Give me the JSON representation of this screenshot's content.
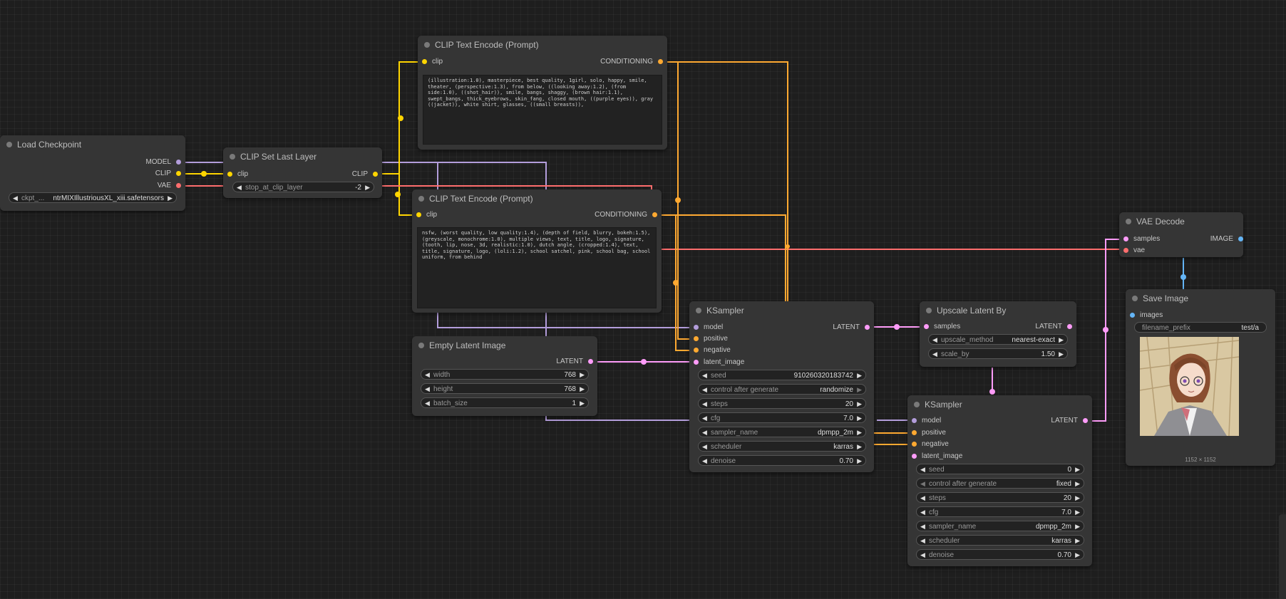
{
  "colors": {
    "model": "#b39ddb",
    "clip": "#ffd500",
    "vae": "#ff6e6e",
    "conditioning": "#ffa931",
    "latent": "#ff9cf9",
    "image": "#64b5f6"
  },
  "nodes": {
    "load_checkpoint": {
      "title": "Load Checkpoint",
      "outputs": [
        "MODEL",
        "CLIP",
        "VAE"
      ],
      "ckpt_label": "ckpt_...",
      "ckpt_value": "ntrMIXIllustriousXL_xiii.safetensors"
    },
    "clip_set_last_layer": {
      "title": "CLIP Set Last Layer",
      "input": "clip",
      "output": "CLIP",
      "widget_label": "stop_at_clip_layer",
      "widget_value": "-2"
    },
    "clip_pos": {
      "title": "CLIP Text Encode (Prompt)",
      "input": "clip",
      "output": "CONDITIONING",
      "text": "(illustration:1.0), masterpiece, best quality, 1girl, solo, happy, smile, theater, (perspective:1.3), from below, ((looking away:1.2), (from side:1.0), ((shot_hair)), smile, bangs, shaggy, (brown hair:1.1), swept_bangs, thick_eyebrows, skin_fang, closed mouth, ((purple eyes)), gray ((jacket)), white shirt, glasses, ((small breasts)),"
    },
    "clip_neg": {
      "title": "CLIP Text Encode (Prompt)",
      "input": "clip",
      "output": "CONDITIONING",
      "text": "nsfw, (worst quality, low quality:1.4), (depth of field, blurry, bokeh:1.5), (greyscale, monochrome:1.0), multiple views, text, title, logo, signature, (tooth, lip, nose, 3d, realistic:1.0), dutch angle, (cropped:1.4), text, title, signature, logo, (loli:1.2), school satchel, pink, school bag, school uniform, from behind"
    },
    "empty_latent": {
      "title": "Empty Latent Image",
      "output": "LATENT",
      "widgets": [
        {
          "label": "width",
          "value": "768"
        },
        {
          "label": "height",
          "value": "768"
        },
        {
          "label": "batch_size",
          "value": "1"
        }
      ]
    },
    "ksampler1": {
      "title": "KSampler",
      "inputs": [
        "model",
        "positive",
        "negative",
        "latent_image"
      ],
      "output": "LATENT",
      "widgets": [
        {
          "label": "seed",
          "value": "910260320183742"
        },
        {
          "label": "control after generate",
          "value": "randomize"
        },
        {
          "label": "steps",
          "value": "20"
        },
        {
          "label": "cfg",
          "value": "7.0"
        },
        {
          "label": "sampler_name",
          "value": "dpmpp_2m"
        },
        {
          "label": "scheduler",
          "value": "karras"
        },
        {
          "label": "denoise",
          "value": "0.70"
        }
      ]
    },
    "upscale": {
      "title": "Upscale Latent By",
      "input": "samples",
      "output": "LATENT",
      "widgets": [
        {
          "label": "upscale_method",
          "value": "nearest-exact"
        },
        {
          "label": "scale_by",
          "value": "1.50"
        }
      ]
    },
    "ksampler2": {
      "title": "KSampler",
      "inputs": [
        "model",
        "positive",
        "negative",
        "latent_image"
      ],
      "output": "LATENT",
      "widgets": [
        {
          "label": "seed",
          "value": "0"
        },
        {
          "label": "control after generate",
          "value": "fixed"
        },
        {
          "label": "steps",
          "value": "20"
        },
        {
          "label": "cfg",
          "value": "7.0"
        },
        {
          "label": "sampler_name",
          "value": "dpmpp_2m"
        },
        {
          "label": "scheduler",
          "value": "karras"
        },
        {
          "label": "denoise",
          "value": "0.70"
        }
      ]
    },
    "vae_decode": {
      "title": "VAE Decode",
      "inputs": [
        "samples",
        "vae"
      ],
      "output": "IMAGE"
    },
    "save_image": {
      "title": "Save Image",
      "input": "images",
      "widget_label": "filename_prefix",
      "widget_value": "test/a",
      "caption": "1152 × 1152"
    }
  }
}
